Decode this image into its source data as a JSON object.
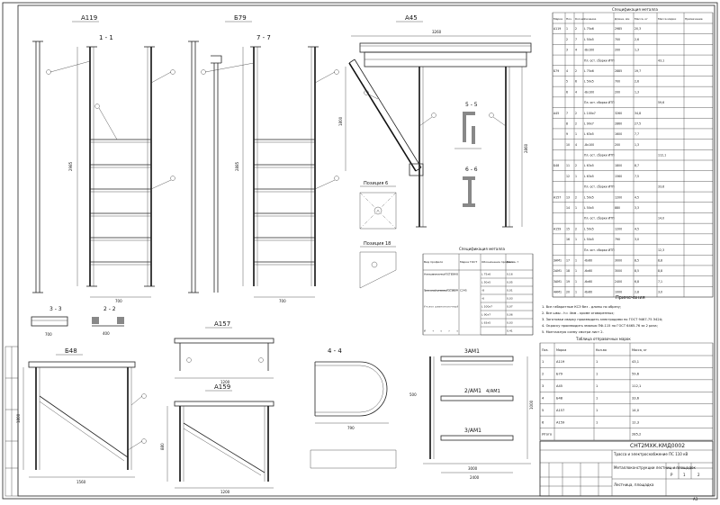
{
  "views": {
    "a119": "А119",
    "b79": "Б79",
    "a45": "А45",
    "b48": "Б48",
    "a157": "А157",
    "a159": "А159",
    "s1_1": "1 - 1",
    "s7_7": "7 - 7",
    "s5_5": "5 - 5",
    "s6_6": "6 - 6",
    "s3_3": "3 - 3",
    "s2_2": "2 - 2",
    "s4_4": "4 - 4",
    "pos6": "Позиция 6",
    "pos18": "Позиция 18",
    "a1m1": "3АМ1",
    "a2m1": "2/АМ1",
    "a3m1": "3/АМ1",
    "a4m1": "4/АМ1"
  },
  "dims": {
    "d2985": "2985",
    "d2885": "2885",
    "d2860": "2860",
    "d3000": "3000",
    "d700": "700",
    "d790": "790",
    "d1200": "1200",
    "d880": "880",
    "d1600": "1600",
    "d1800": "1800",
    "d1560": "1560",
    "d3260": "3260",
    "d400": "400",
    "d2400": "2400",
    "d500": "500",
    "d1000": "1000"
  },
  "spec_table": {
    "title": "Спецификация металла",
    "headers": [
      "Марка",
      "Поз.",
      "Кол-во",
      "Сечение",
      "Длина, мм",
      "Масса, кг",
      "Масса марки",
      "Примечание"
    ],
    "rows": [
      {
        "mark": "А119",
        "pos": "1",
        "qty": "2",
        "sec": "L 75х6",
        "len": "2985",
        "mass": "20,3",
        "mm": "",
        "note": ""
      },
      {
        "mark": "",
        "pos": "2",
        "qty": "7",
        "sec": "L 50х5",
        "len": "700",
        "mass": "2,6",
        "mm": "",
        "note": ""
      },
      {
        "mark": "",
        "pos": "3",
        "qty": "4",
        "sec": "-8х100",
        "len": "200",
        "mass": "1,3",
        "mm": "",
        "note": ""
      },
      {
        "mark": "",
        "pos": "",
        "qty": "",
        "sec": "Пл. ост. сборки ИТП",
        "len": "",
        "mass": "",
        "mm": "43,1",
        "note": ""
      },
      {
        "mark": "Б79",
        "pos": "4",
        "qty": "2",
        "sec": "L 75х6",
        "len": "2885",
        "mass": "19,7",
        "mm": "",
        "note": ""
      },
      {
        "mark": "",
        "pos": "5",
        "qty": "6",
        "sec": "L 50х5",
        "len": "700",
        "mass": "2,6",
        "mm": "",
        "note": ""
      },
      {
        "mark": "",
        "pos": "6",
        "qty": "4",
        "sec": "-8х100",
        "len": "200",
        "mass": "1,3",
        "mm": "",
        "note": ""
      },
      {
        "mark": "",
        "pos": "",
        "qty": "",
        "sec": "Пл. ост. сборки ИТП",
        "len": "",
        "mass": "",
        "mm": "59,6",
        "note": ""
      },
      {
        "mark": "А45",
        "pos": "7",
        "qty": "2",
        "sec": "L 100х7",
        "len": "3260",
        "mass": "34,8",
        "mm": "",
        "note": ""
      },
      {
        "mark": "",
        "pos": "8",
        "qty": "2",
        "sec": "L 90х7",
        "len": "2860",
        "mass": "27,5",
        "mm": "",
        "note": ""
      },
      {
        "mark": "",
        "pos": "9",
        "qty": "1",
        "sec": "L 63х5",
        "len": "1600",
        "mass": "7,7",
        "mm": "",
        "note": ""
      },
      {
        "mark": "",
        "pos": "10",
        "qty": "4",
        "sec": "-8х100",
        "len": "200",
        "mass": "1,3",
        "mm": "",
        "note": ""
      },
      {
        "mark": "",
        "pos": "",
        "qty": "",
        "sec": "Пл. ост. сборки ИТП",
        "len": "",
        "mass": "",
        "mm": "112,1",
        "note": ""
      },
      {
        "mark": "Б48",
        "pos": "11",
        "qty": "2",
        "sec": "L 63х5",
        "len": "1800",
        "mass": "8,7",
        "mm": "",
        "note": ""
      },
      {
        "mark": "",
        "pos": "12",
        "qty": "1",
        "sec": "L 63х5",
        "len": "1560",
        "mass": "7,5",
        "mm": "",
        "note": ""
      },
      {
        "mark": "",
        "pos": "",
        "qty": "",
        "sec": "Пл. ост. сборки ИТП",
        "len": "",
        "mass": "",
        "mm": "33,6",
        "note": ""
      },
      {
        "mark": "А157",
        "pos": "13",
        "qty": "2",
        "sec": "L 50х5",
        "len": "1200",
        "mass": "4,5",
        "mm": "",
        "note": ""
      },
      {
        "mark": "",
        "pos": "14",
        "qty": "1",
        "sec": "L 50х5",
        "len": "880",
        "mass": "3,3",
        "mm": "",
        "note": ""
      },
      {
        "mark": "",
        "pos": "",
        "qty": "",
        "sec": "Пл. ост. сборки ИТП",
        "len": "",
        "mass": "",
        "mm": "14,0",
        "note": ""
      },
      {
        "mark": "А159",
        "pos": "15",
        "qty": "2",
        "sec": "L 50х5",
        "len": "1200",
        "mass": "4,5",
        "mm": "",
        "note": ""
      },
      {
        "mark": "",
        "pos": "16",
        "qty": "1",
        "sec": "L 50х5",
        "len": "790",
        "mass": "3,0",
        "mm": "",
        "note": ""
      },
      {
        "mark": "",
        "pos": "",
        "qty": "",
        "sec": "Пл. ост. сборки ИТП",
        "len": "",
        "mass": "",
        "mm": "12,3",
        "note": ""
      },
      {
        "mark": "ЗАМ1",
        "pos": "17",
        "qty": "1",
        "sec": "-6х60",
        "len": "3000",
        "mass": "8,5",
        "mm": "8,8",
        "note": ""
      },
      {
        "mark": "2АМ1",
        "pos": "18",
        "qty": "1",
        "sec": "-6х60",
        "len": "3000",
        "mass": "8,5",
        "mm": "8,8",
        "note": ""
      },
      {
        "mark": "3АМ1",
        "pos": "19",
        "qty": "1",
        "sec": "-6х60",
        "len": "2400",
        "mass": "6,8",
        "mm": "7,1",
        "note": ""
      },
      {
        "mark": "4АМ1",
        "pos": "20",
        "qty": "1",
        "sec": "-6х60",
        "len": "1000",
        "mass": "2,8",
        "mm": "3,0",
        "note": ""
      }
    ]
  },
  "steel_table": {
    "title": "Спецификация металла",
    "headers": [
      "Вид профиля",
      "Марка ГОСТ",
      "Обозначение профиля",
      "Масса, т"
    ],
    "rows": [
      {
        "p": "Уголок равнополочный ГОСТ 8509-93",
        "g": "",
        "d": "L 75х6",
        "m": "0,16"
      },
      {
        "p": "",
        "g": "",
        "d": "L 50х5",
        "m": "0,05"
      },
      {
        "p": "Прокат листовой горячекатаный ГОСТ 19903-74",
        "g": "С245",
        "d": "-8",
        "m": "0,01"
      },
      {
        "p": "",
        "g": "",
        "d": "-6",
        "m": "0,03"
      },
      {
        "p": "Уголок равнополочный",
        "g": "",
        "d": "L 100х7",
        "m": "0,07"
      },
      {
        "p": "",
        "g": "",
        "d": "L 90х7",
        "m": "0,06"
      },
      {
        "p": "",
        "g": "",
        "d": "L 63х5",
        "m": "0,03"
      },
      {
        "p": "Итого",
        "g": "",
        "d": "",
        "m": "0,41"
      }
    ]
  },
  "notes": {
    "title": "Примечания",
    "lines": [
      "1. Все габаритные КСЭ без - длины по обрезу;",
      "2. Все швы - h= 4мм - кроме оговоренных;",
      "3. Заготовки сварку производить электродами по ГОСТ 9467-75 Э42А;",
      "4. Окраску производить эмалью ПФ-115 по ГОСТ 6465-76 за 2 раза;",
      "5. Монтажную схему смотри лист 2."
    ]
  },
  "mark_table": {
    "title": "Таблица отправочных марок",
    "headers": [
      "Поз.",
      "Марка",
      "Кол-во",
      "Масса, кг"
    ],
    "rows": [
      {
        "n": "1",
        "m": "А119",
        "q": "1",
        "w": "43,1"
      },
      {
        "n": "2",
        "m": "Б79",
        "q": "1",
        "w": "59,6"
      },
      {
        "n": "3",
        "m": "А45",
        "q": "1",
        "w": "112,1"
      },
      {
        "n": "4",
        "m": "Б48",
        "q": "1",
        "w": "33,6"
      },
      {
        "n": "5",
        "m": "А157",
        "q": "1",
        "w": "14,0"
      },
      {
        "n": "6",
        "m": "А159",
        "q": "1",
        "w": "12,3"
      }
    ],
    "total_label": "Итого",
    "total": "285,2"
  },
  "title_block": {
    "code": "СНТ2МХК.КМД0002",
    "project": "Трасса и электроснабжение ПС 110 кВ",
    "object": "Металлоконструкции лестниц и площадок",
    "sheet_title": "Лестница, площадка",
    "sheet": "1",
    "sheets": "2",
    "stage": "Р",
    "format": "А3"
  }
}
